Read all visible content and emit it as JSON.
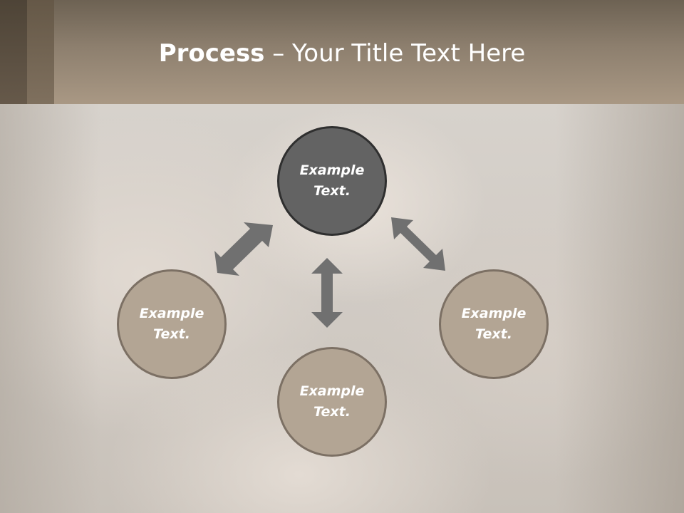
{
  "slide": {
    "title_bold": "Process",
    "title_rest": " – Your Title Text Here"
  },
  "diagram": {
    "nodes": [
      {
        "id": "top",
        "text": "Example Text.",
        "fill": "#636363"
      },
      {
        "id": "left",
        "text": "Example Text.",
        "fill": "#b3a594"
      },
      {
        "id": "bottom",
        "text": "Example Text.",
        "fill": "#b3a594"
      },
      {
        "id": "right",
        "text": "Example Text.",
        "fill": "#b3a594"
      }
    ],
    "connections": [
      {
        "from": "top",
        "to": "left",
        "type": "double-arrow"
      },
      {
        "from": "top",
        "to": "right",
        "type": "double-arrow"
      },
      {
        "from": "top",
        "to": "bottom",
        "type": "double-arrow"
      }
    ],
    "colors": {
      "header": "#a99884",
      "arrow": "#707070",
      "dark_node_border": "#2f2f2f",
      "tan_node_border": "#7c7064"
    }
  }
}
